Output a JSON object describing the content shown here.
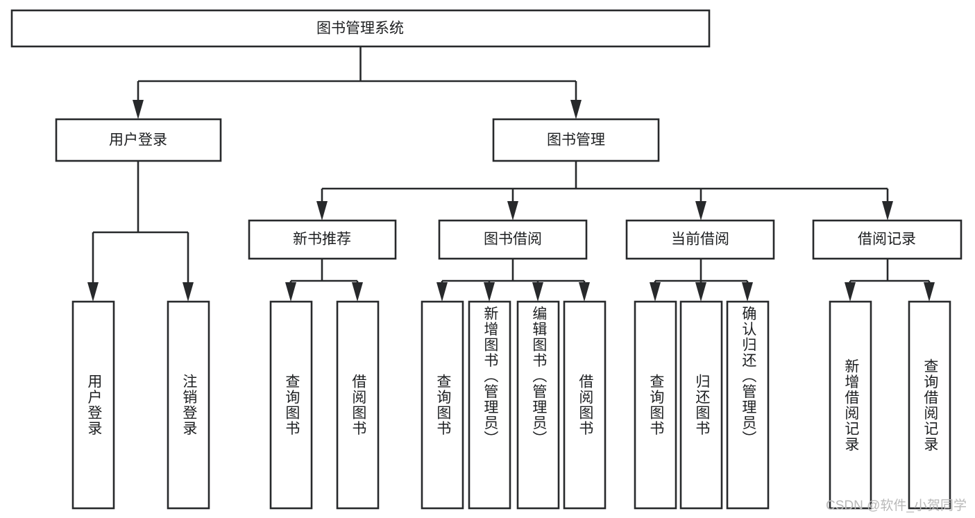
{
  "diagram": {
    "type": "tree-hierarchy",
    "title": "图书管理系统",
    "root": {
      "id": "root",
      "label": "图书管理系统",
      "orientation": "horizontal"
    },
    "level2": [
      {
        "id": "user-login",
        "label": "用户登录",
        "orientation": "horizontal"
      },
      {
        "id": "book-manage",
        "label": "图书管理",
        "orientation": "horizontal"
      }
    ],
    "level3": [
      {
        "id": "new-book-recommend",
        "label": "新书推荐",
        "orientation": "horizontal",
        "parent": "book-manage"
      },
      {
        "id": "book-borrow",
        "label": "图书借阅",
        "orientation": "horizontal",
        "parent": "book-manage"
      },
      {
        "id": "current-borrow",
        "label": "当前借阅",
        "orientation": "horizontal",
        "parent": "book-manage"
      },
      {
        "id": "borrow-record",
        "label": "借阅记录",
        "orientation": "horizontal",
        "parent": "book-manage"
      }
    ],
    "leaves": [
      {
        "id": "leaf-user-login",
        "label": "用户登录",
        "orientation": "vertical",
        "parent": "user-login"
      },
      {
        "id": "leaf-user-logout",
        "label": "注销登录",
        "orientation": "vertical",
        "parent": "user-login"
      },
      {
        "id": "leaf-query-book-1",
        "label": "查询图书",
        "orientation": "vertical",
        "parent": "new-book-recommend"
      },
      {
        "id": "leaf-borrow-book-1",
        "label": "借阅图书",
        "orientation": "vertical",
        "parent": "new-book-recommend"
      },
      {
        "id": "leaf-query-book-2",
        "label": "查询图书",
        "orientation": "vertical",
        "parent": "book-borrow"
      },
      {
        "id": "leaf-add-book",
        "label": "新增图书（管理员）",
        "orientation": "vertical",
        "parent": "book-borrow"
      },
      {
        "id": "leaf-edit-book",
        "label": "编辑图书（管理员）",
        "orientation": "vertical",
        "parent": "book-borrow"
      },
      {
        "id": "leaf-borrow-book-2",
        "label": "借阅图书",
        "orientation": "vertical",
        "parent": "book-borrow"
      },
      {
        "id": "leaf-query-book-3",
        "label": "查询图书",
        "orientation": "vertical",
        "parent": "current-borrow"
      },
      {
        "id": "leaf-return-book",
        "label": "归还图书",
        "orientation": "vertical",
        "parent": "current-borrow"
      },
      {
        "id": "leaf-confirm-return",
        "label": "确认归还（管理员）",
        "orientation": "vertical",
        "parent": "current-borrow"
      },
      {
        "id": "leaf-add-record",
        "label": "新增借阅记录",
        "orientation": "vertical",
        "parent": "borrow-record"
      },
      {
        "id": "leaf-query-record",
        "label": "查询借阅记录",
        "orientation": "vertical",
        "parent": "borrow-record"
      }
    ],
    "colors": {
      "stroke": "#27292b",
      "fill": "#ffffff",
      "text": "#1d1f21",
      "watermark": "#b9b9b9"
    }
  },
  "watermark": {
    "text": "CSDN @软件_小贺同学"
  }
}
